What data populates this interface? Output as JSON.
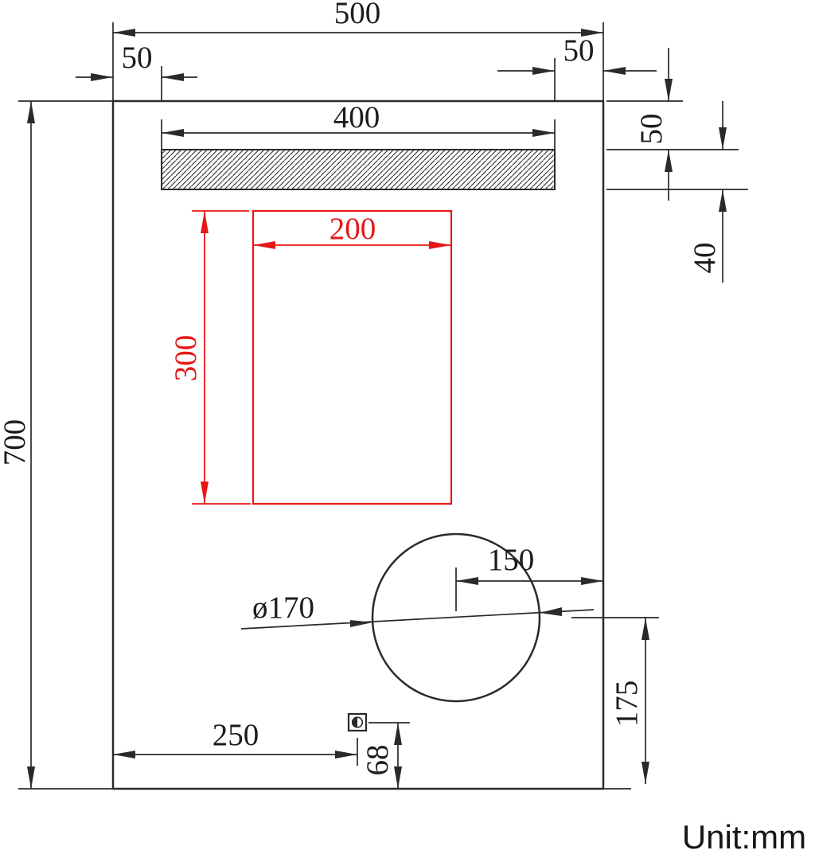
{
  "unit_label": "Unit:mm",
  "colors": {
    "line": "#2a2a2a",
    "red": "#e61717",
    "background": "#ffffff"
  },
  "labels": {
    "overall_width": "500",
    "overall_height": "700",
    "strip_left_inset": "50",
    "strip_right_inset": "50",
    "strip_width": "400",
    "strip_top_gap": "50",
    "strip_thickness": "40",
    "red_area_width": "200",
    "red_area_height": "300",
    "circle_diameter": "ø170",
    "circle_to_right_edge": "150",
    "circle_center_to_bottom": "175",
    "sensor_to_left_edge": "250",
    "sensor_to_bottom": "68"
  }
}
